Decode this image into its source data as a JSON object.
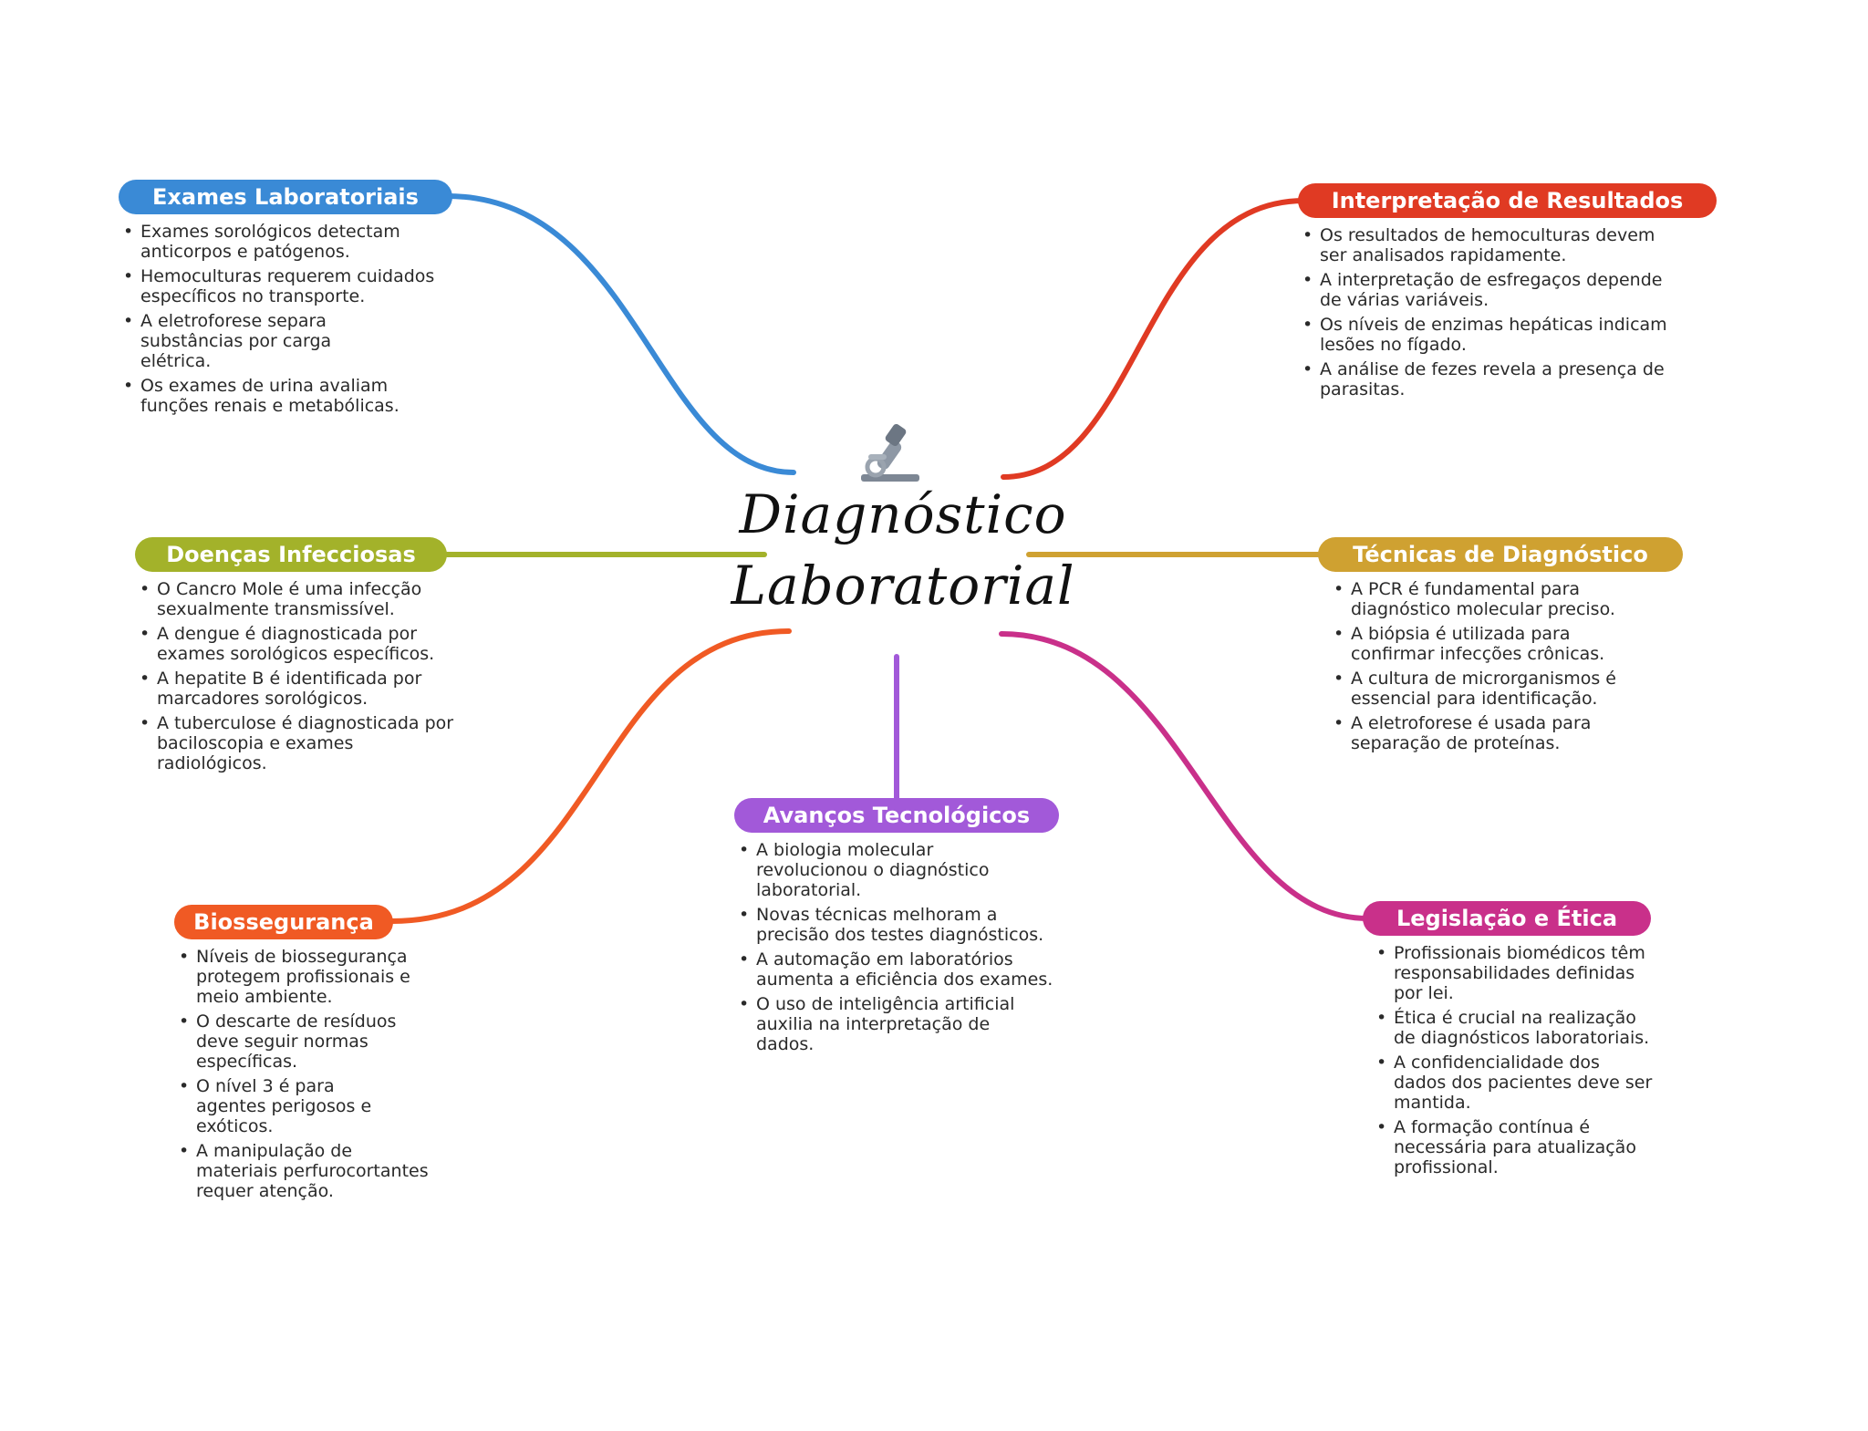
{
  "center": {
    "title_line1": "Diagnóstico",
    "title_line2": "Laboratorial",
    "icon": "microscope-icon"
  },
  "branches": [
    {
      "id": "exames",
      "title": "Exames Laboratoriais",
      "color": "#3a8ad6",
      "items": [
        "Exames sorológicos detectam anticorpos e patógenos.",
        "Hemoculturas requerem cuidados específicos no transporte.",
        "A eletroforese separa substâncias por carga elétrica.",
        "Os exames de urina avaliam funções renais e metabólicas."
      ]
    },
    {
      "id": "interpretacao",
      "title": "Interpretação de Resultados",
      "color": "#e03a23",
      "items": [
        "Os resultados de hemoculturas devem ser analisados rapidamente.",
        "A interpretação de esfregaços depende de várias variáveis.",
        "Os níveis de enzimas hepáticas indicam lesões no fígado.",
        "A análise de fezes revela a presença de parasitas."
      ]
    },
    {
      "id": "doencas",
      "title": "Doenças Infecciosas",
      "color": "#a3b22a",
      "items": [
        "O Cancro Mole é uma infecção sexualmente transmissível.",
        "A dengue é diagnosticada por exames sorológicos específicos.",
        "A hepatite B é identificada por marcadores sorológicos.",
        "A tuberculose é diagnosticada por baciloscopia e exames radiológicos."
      ]
    },
    {
      "id": "tecnicas",
      "title": "Técnicas de Diagnóstico",
      "color": "#cfa131",
      "items": [
        "A PCR é fundamental para diagnóstico molecular preciso.",
        "A biópsia é utilizada para confirmar infecções crônicas.",
        "A cultura de microrganismos é essencial para identificação.",
        "A eletroforese é usada para separação de proteínas."
      ]
    },
    {
      "id": "biosseguranca",
      "title": "Biossegurança",
      "color": "#f05a24",
      "items": [
        "Níveis de biossegurança protegem profissionais e meio ambiente.",
        "O descarte de resíduos deve seguir normas específicas.",
        "O nível 3 é para agentes perigosos e exóticos.",
        "A manipulação de materiais perfurocortantes requer atenção."
      ]
    },
    {
      "id": "avancos",
      "title": "Avanços Tecnológicos",
      "color": "#a259d9",
      "items": [
        "A biologia molecular revolucionou o diagnóstico laboratorial.",
        "Novas técnicas melhoram a precisão dos testes diagnósticos.",
        "A automação em laboratórios aumenta a eficiência dos exames.",
        "O uso de inteligência artificial auxilia na interpretação de dados."
      ]
    },
    {
      "id": "legislacao",
      "title": "Legislação e Ética",
      "color": "#c9308a",
      "items": [
        "Profissionais biomédicos têm responsabilidades definidas por lei.",
        "Ética é crucial na realização de diagnósticos laboratoriais.",
        "A confidencialidade dos dados dos pacientes deve ser mantida.",
        "A formação contínua é necessária para atualização profissional."
      ]
    }
  ]
}
